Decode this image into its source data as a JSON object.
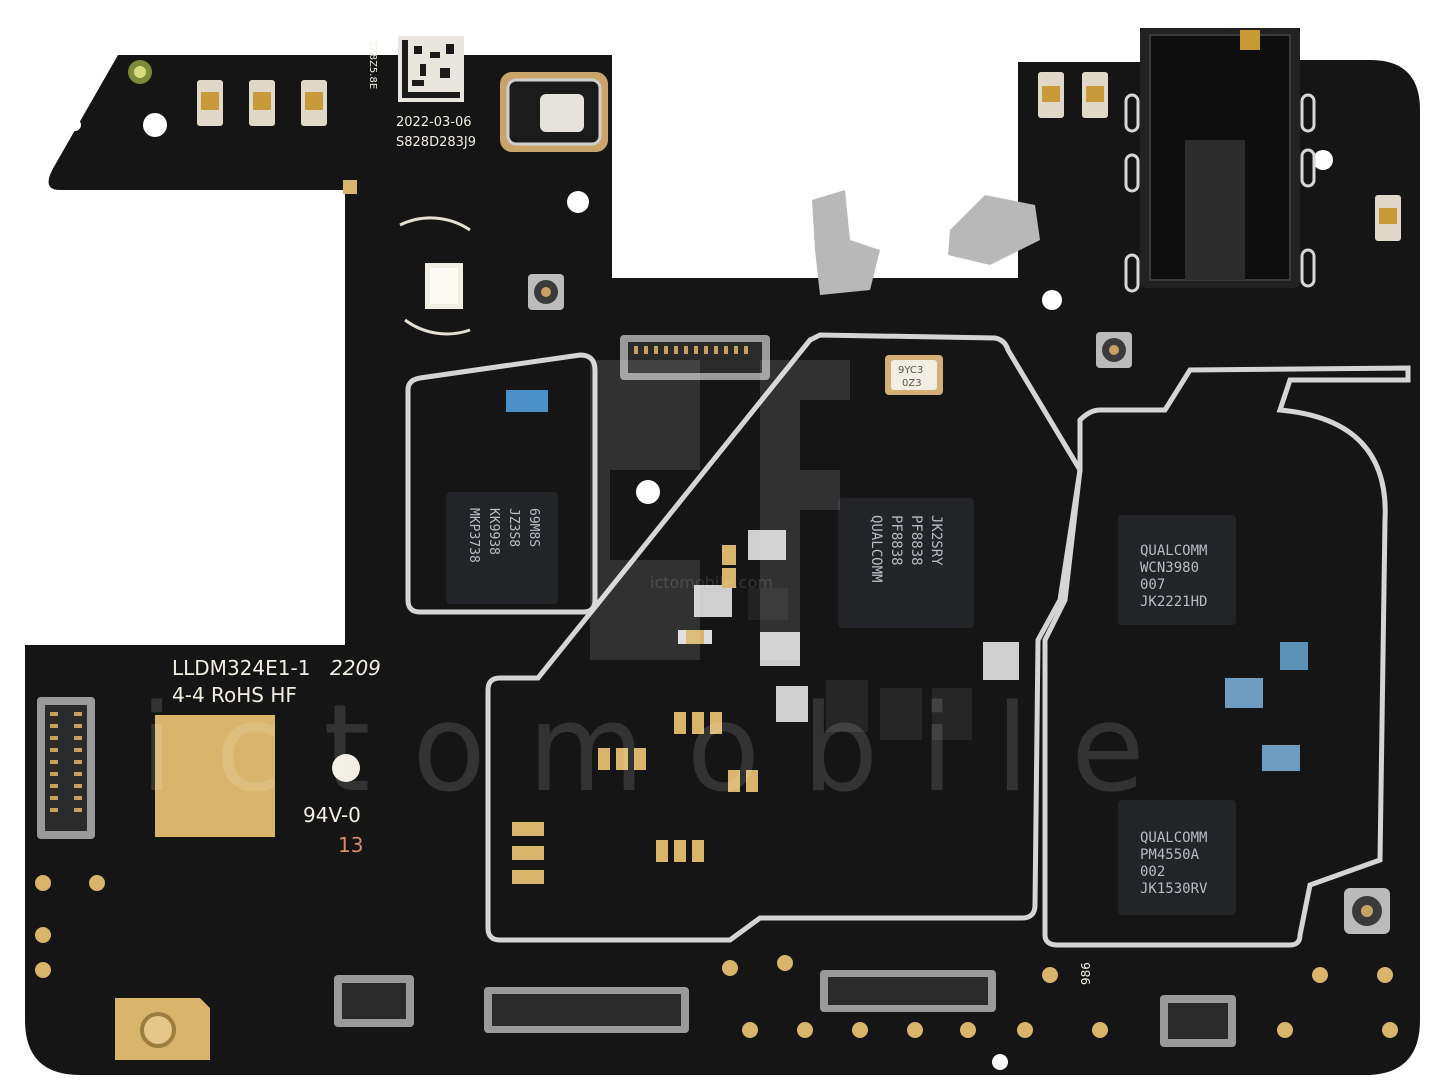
{
  "board": {
    "date_code": "2022-03-06",
    "serial": "S828D283J9",
    "datamatrix_text": "ZZ8Z5.8E",
    "model_marking": "LLDM324E1-1",
    "week_code": "2209",
    "rohs_marking": "4-4 RoHS HF",
    "flammability": "94V-0",
    "layer_count": "13",
    "crystal_top": "9YC3",
    "crystal_bottom": "0Z3",
    "small_part_marking": "986"
  },
  "chips": [
    {
      "id": "wcn",
      "lines": [
        "QUALCOMM",
        "WCN3980",
        "007",
        "JK2221HD"
      ]
    },
    {
      "id": "pmic",
      "lines": [
        "QUALCOMM",
        "PM4550A",
        "002",
        "JK1530RV"
      ]
    },
    {
      "id": "soc",
      "lines": [
        "QUALCOMM",
        "PF8838",
        "PF8838",
        "JK2SRY"
      ]
    },
    {
      "id": "rf",
      "lines": [
        "MKP3738",
        "KK9938",
        "JZ3S8",
        "69M8S"
      ]
    }
  ],
  "watermark": {
    "text": "ictomobile",
    "small_text": "ictomobile.com"
  },
  "colors": {
    "pcb": "#151515",
    "shield": "#d8d8d8",
    "gold": "#d8b56a",
    "silkscreen": "#f2eee4"
  }
}
